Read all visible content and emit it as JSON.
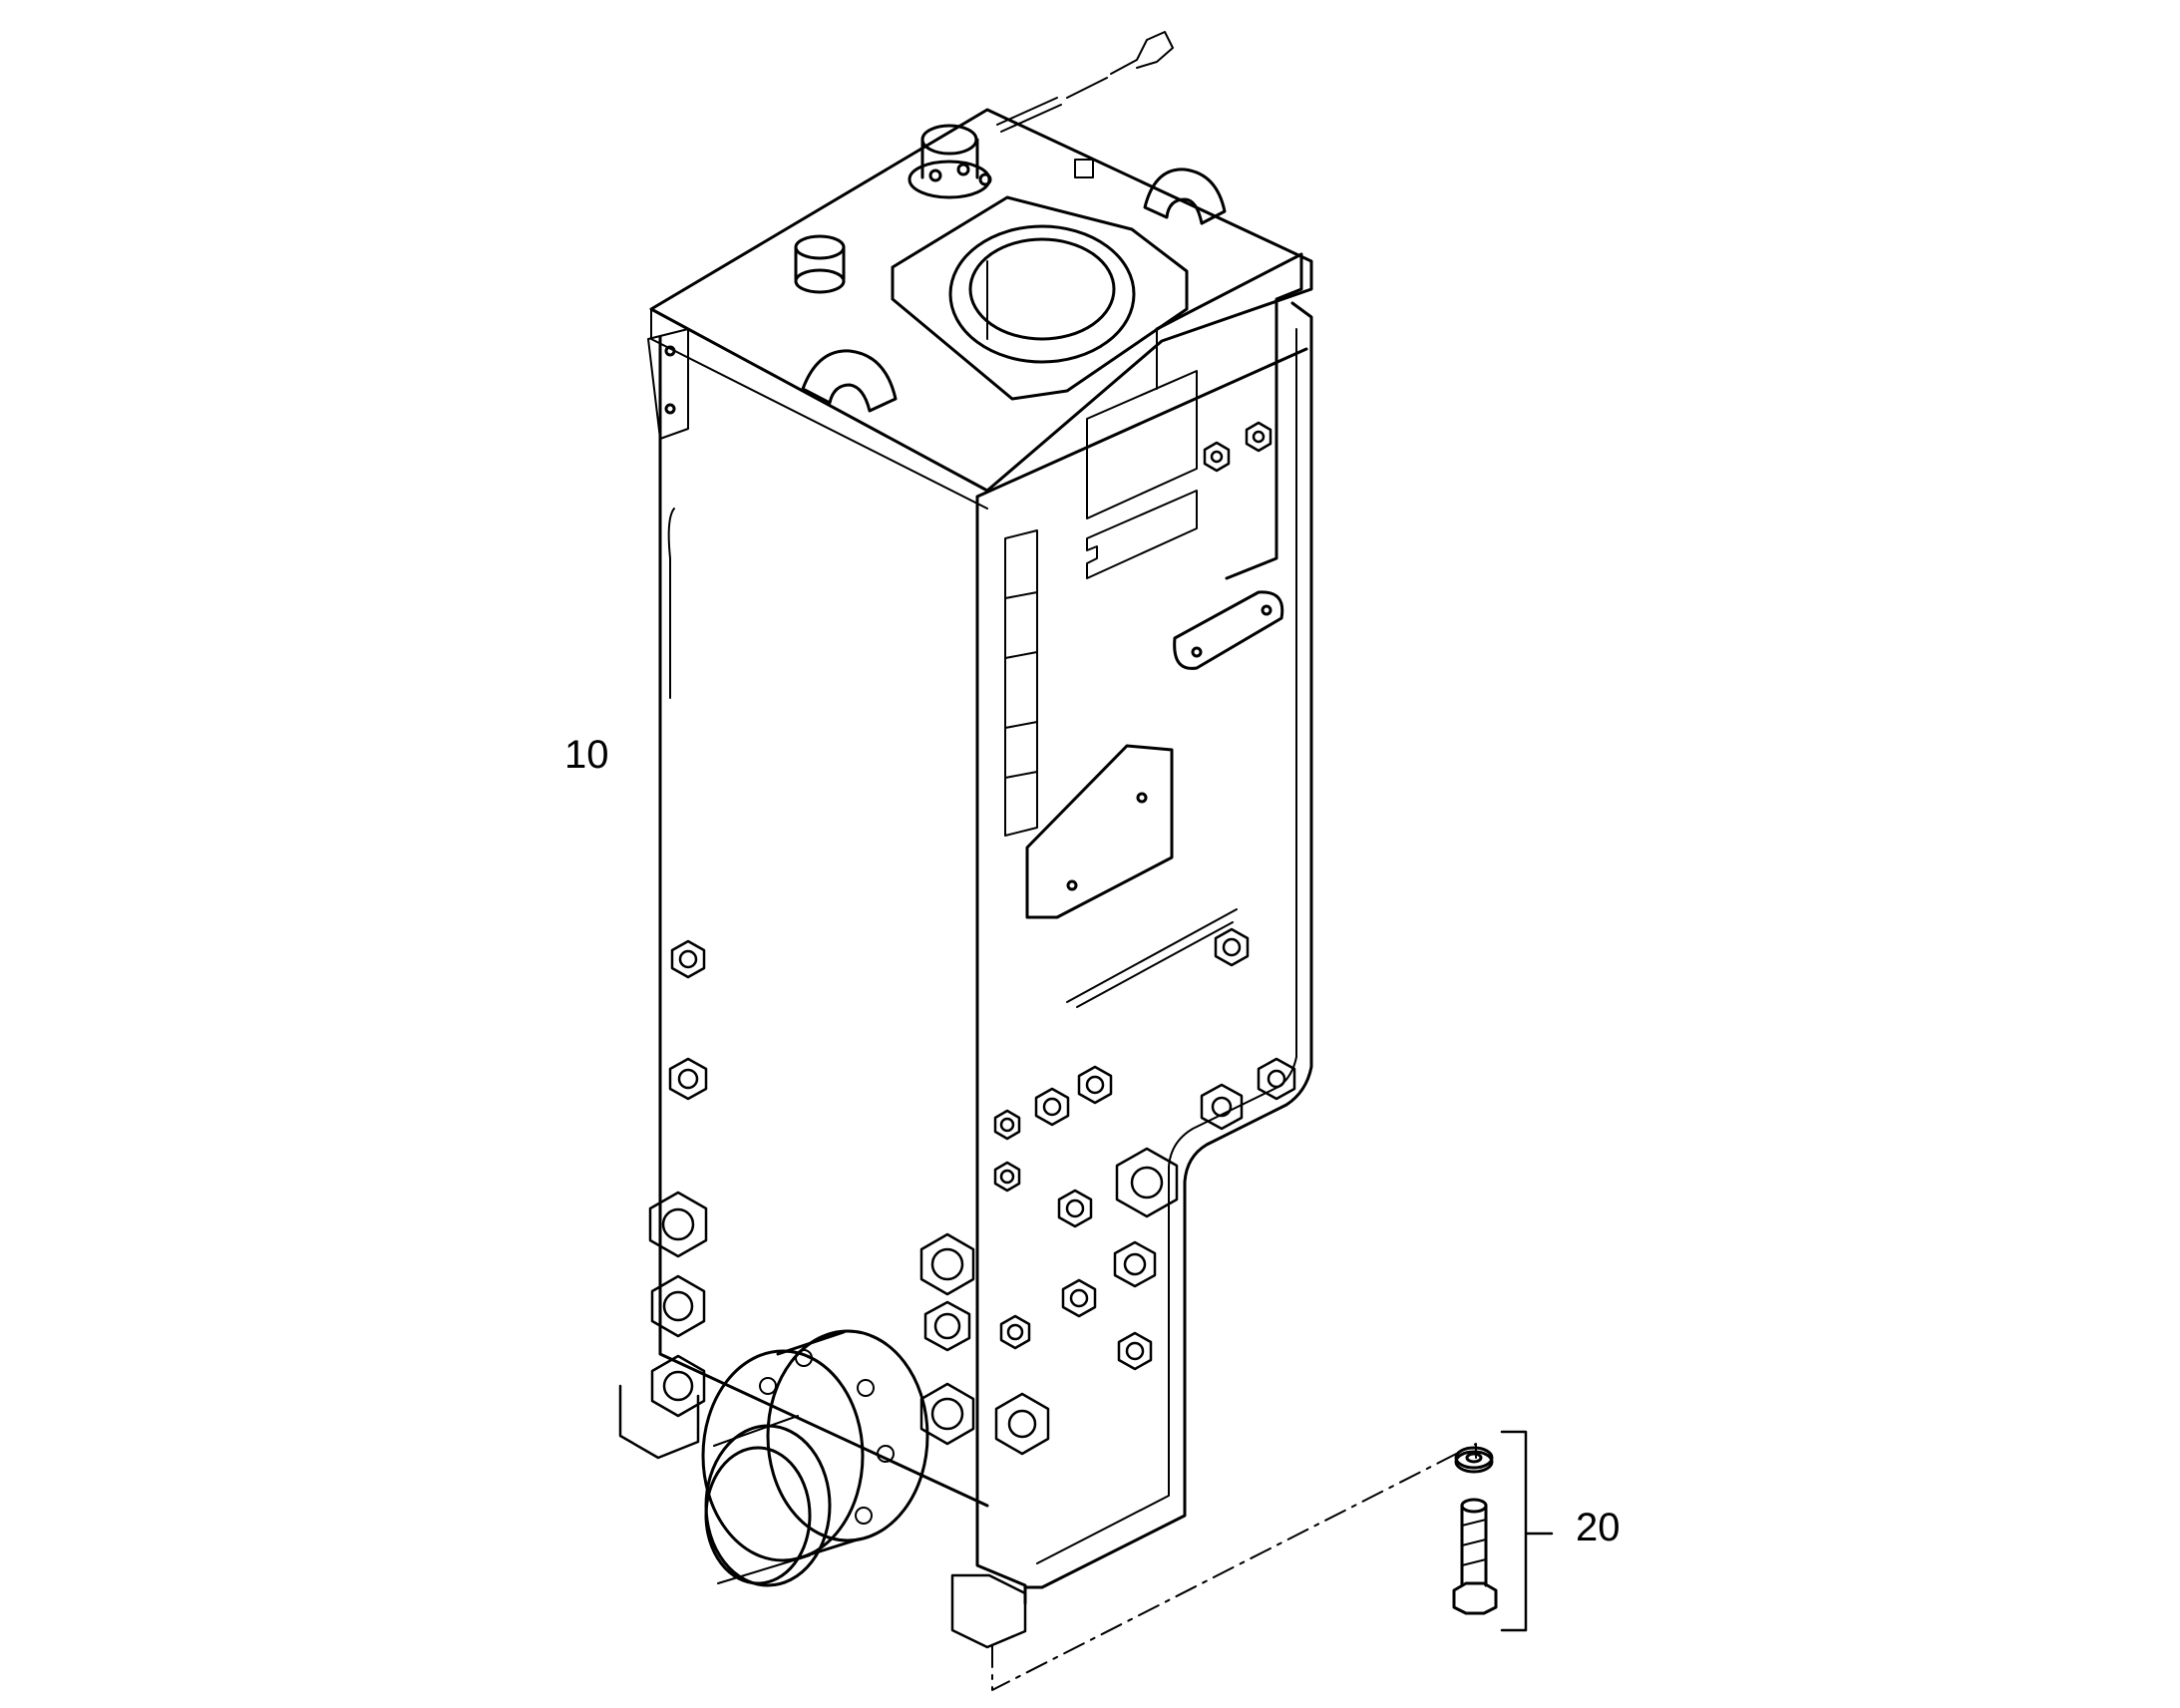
{
  "diagram": {
    "callouts": [
      {
        "id": "10",
        "text": "10"
      },
      {
        "id": "20",
        "text": "20"
      }
    ],
    "colors": {
      "line": "#000000",
      "background": "#ffffff"
    }
  }
}
